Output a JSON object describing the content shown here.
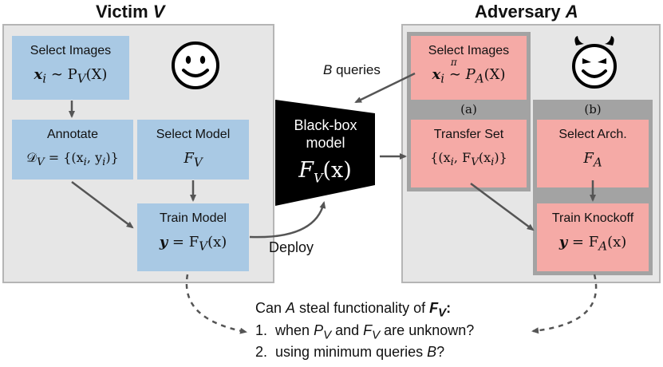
{
  "victim": {
    "title": "Victim",
    "title_symbol": "V",
    "select_images": {
      "label": "Select Images",
      "formula_var": "x",
      "formula_sub": "i",
      "formula_rest": " ∼ P",
      "formula_psub": "V",
      "formula_tail": "(X)"
    },
    "annotate": {
      "label": "Annotate",
      "formula": "𝒟",
      "formula_sub": "V",
      "formula_rest": " = {(x",
      "formula_tail": ", y",
      "formula_end": ")}"
    },
    "select_model": {
      "label": "Select Model",
      "formula": "F",
      "formula_sub": "V"
    },
    "train_model": {
      "label": "Train Model",
      "formula_lhs": "y",
      "formula_mid": " = F",
      "formula_sub": "V",
      "formula_arg": "(x)"
    }
  },
  "adversary": {
    "title": "Adversary",
    "title_symbol": "A",
    "select_images": {
      "label": "Select Images",
      "formula_var": "x",
      "formula_sub": "i",
      "tilde_label": "π",
      "formula_rest": "P",
      "formula_psub": "A",
      "formula_tail": "(X)"
    },
    "tag_a": "(a)",
    "tag_b": "(b)",
    "transfer_set": {
      "label": "Transfer Set",
      "formula_pre": "{(x",
      "formula_sub": "i",
      "formula_mid": ", F",
      "formula_fsub": "V",
      "formula_arg": "(x",
      "formula_end": ")}"
    },
    "select_arch": {
      "label": "Select Arch.",
      "formula": "F",
      "formula_sub": "A"
    },
    "train_knockoff": {
      "label": "Train Knockoff",
      "formula_lhs": "y",
      "formula_mid": " = F",
      "formula_sub": "A",
      "formula_arg": "(x)"
    }
  },
  "blackbox": {
    "line1": "Black-box",
    "line2": "model",
    "formula": "F",
    "formula_sub": "V",
    "formula_arg": "(x)"
  },
  "edges": {
    "b_queries": "B queries",
    "b_symbol": "B",
    "b_rest": " queries",
    "deploy": "Deploy"
  },
  "question": {
    "intro_pre": "Can ",
    "intro_a": "A",
    "intro_post": " steal functionality of ",
    "intro_f": "F",
    "intro_fsub": "V",
    "intro_colon": ":",
    "item1_num": "1.",
    "item1_pre": "when ",
    "item1_p": "P",
    "item1_psub": "V",
    "item1_mid": " and ",
    "item1_f": "F",
    "item1_fsub": "V",
    "item1_post": " are unknown?",
    "item2_num": "2.",
    "item2_pre": "using minimum queries ",
    "item2_b": "B",
    "item2_post": "?"
  },
  "colors": {
    "victim_box": "#a9c9e4",
    "adversary_box": "#f5aaa6",
    "panel": "#e6e6e6",
    "blackbox": "#000000",
    "arrow": "#555555"
  },
  "icons": {
    "victim": "smiley-face-icon",
    "adversary": "devil-face-icon"
  }
}
